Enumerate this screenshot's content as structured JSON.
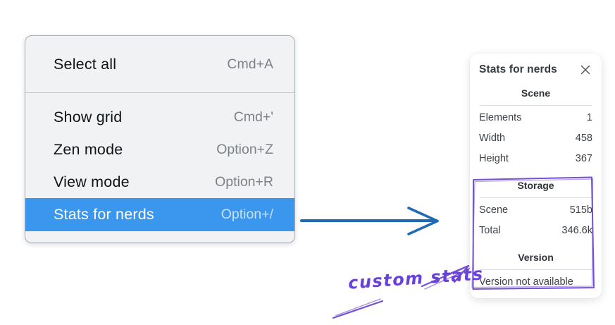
{
  "menu": {
    "items": [
      {
        "label": "Select all",
        "shortcut": "Cmd+A",
        "highlighted": false
      },
      {
        "label": "Show grid",
        "shortcut": "Cmd+'",
        "highlighted": false
      },
      {
        "label": "Zen mode",
        "shortcut": "Option+Z",
        "highlighted": false
      },
      {
        "label": "View mode",
        "shortcut": "Option+R",
        "highlighted": false
      },
      {
        "label": "Stats for nerds",
        "shortcut": "Option+/",
        "highlighted": true
      }
    ]
  },
  "stats_panel": {
    "title": "Stats for nerds",
    "sections": [
      {
        "heading": "Scene",
        "rows": [
          {
            "label": "Elements",
            "value": "1"
          },
          {
            "label": "Width",
            "value": "458"
          },
          {
            "label": "Height",
            "value": "367"
          }
        ]
      },
      {
        "heading": "Storage",
        "rows": [
          {
            "label": "Scene",
            "value": "515b"
          },
          {
            "label": "Total",
            "value": "346.6k"
          }
        ]
      },
      {
        "heading": "Version",
        "note": "Version not available"
      }
    ]
  },
  "annotation": {
    "label": "custom stats"
  },
  "colors": {
    "menu_highlight": "#3b97ee",
    "blue_arrow": "#1f6ab3",
    "annotation_purple": "#6741d9",
    "annotation_stroke": "#7450d3"
  }
}
